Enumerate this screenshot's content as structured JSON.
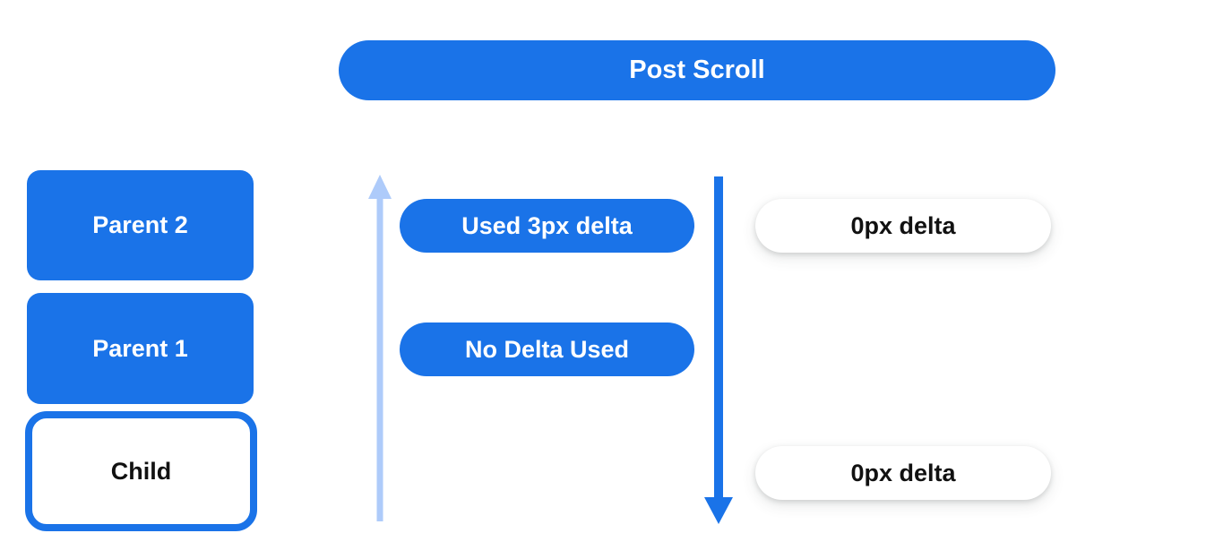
{
  "header": {
    "title": "Post Scroll"
  },
  "stack": {
    "items": [
      {
        "label": "Parent 2",
        "style": "solid-blue"
      },
      {
        "label": "Parent 1",
        "style": "solid-blue"
      },
      {
        "label": "Child",
        "style": "white-with-blue-outline"
      }
    ]
  },
  "labels": {
    "used_delta": "Used 3px delta",
    "no_delta": "No Delta Used",
    "zero_delta_top": "0px delta",
    "zero_delta_bottom": "0px delta"
  },
  "icons": {
    "up_arrow": "light-blue-up-arrow",
    "down_arrow": "blue-down-arrow"
  },
  "colors": {
    "accent_blue": "#1a73e8",
    "light_arrow_blue": "#aecbfa",
    "text_on_blue": "#ffffff",
    "text_dark": "#111111",
    "background": "#ffffff"
  }
}
